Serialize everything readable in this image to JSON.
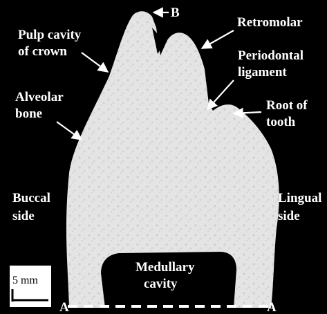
{
  "labels": {
    "b_marker": "B",
    "retromolar": "Retromolar",
    "pulp_line1": "Pulp cavity",
    "pulp_line2": "of crown",
    "perio_line1": "Periodontal",
    "perio_line2": "ligament",
    "alveolar_line1": "Alveolar",
    "alveolar_line2": "bone",
    "root_line1": "Root of",
    "root_line2": "tooth",
    "buccal_line1": "Buccal",
    "buccal_line2": "side",
    "lingual_line1": "Lingual",
    "lingual_line2": "side",
    "medullary_line1": "Medullary",
    "medullary_line2": "cavity",
    "a_left": "A",
    "a_right": "A",
    "scale_bar": "5 mm"
  },
  "colors": {
    "background": "#000000",
    "specimen": "#e6e6e6",
    "label": "#ffffff",
    "scale_box": "#ffffff"
  }
}
